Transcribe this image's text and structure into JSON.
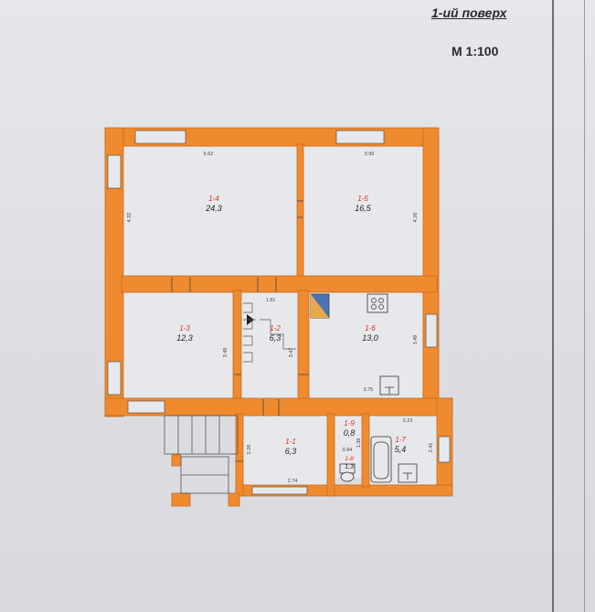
{
  "header": {
    "title": "1-ий поверх",
    "scale": "М 1:100"
  },
  "colors": {
    "wall": "#ef8a2e",
    "wall_edge": "#c96a1c",
    "room_fill": "#e7e8ec",
    "room_id": "#d9361e",
    "line": "#333333"
  },
  "rooms": [
    {
      "id": "1-4",
      "area": "24,3"
    },
    {
      "id": "1-5",
      "area": "16,5"
    },
    {
      "id": "1-3",
      "area": "12,3"
    },
    {
      "id": "1-2",
      "area": "6,3"
    },
    {
      "id": "1-6",
      "area": "13,0"
    },
    {
      "id": "1-1",
      "area": "6,3"
    },
    {
      "id": "1-9",
      "area": "0,8"
    },
    {
      "id": "1-8",
      "area": "1,3"
    },
    {
      "id": "1-7",
      "area": "5,4"
    }
  ],
  "dimensions": [
    "5.62",
    "3.99",
    "4.32",
    "4.26",
    "1.91",
    "3.49",
    "3.47",
    "3.49",
    "3.75",
    "2.23",
    "2.41",
    "2.26",
    "2.74",
    "0.94",
    "1.38"
  ]
}
